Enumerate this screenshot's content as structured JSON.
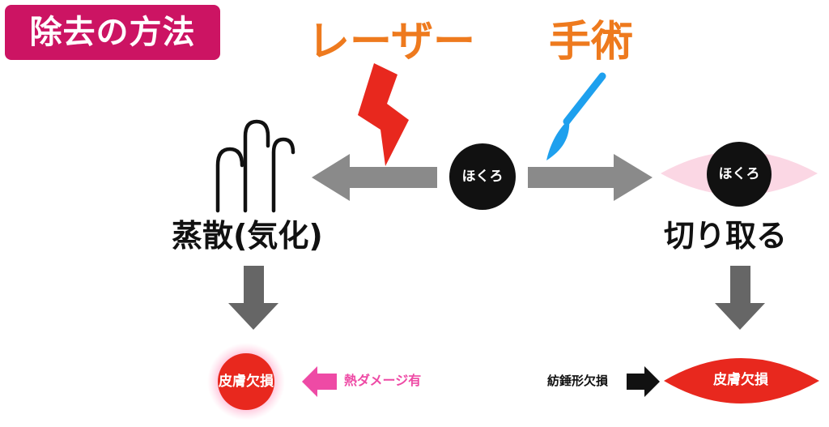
{
  "title": "除去の方法",
  "methods": {
    "laser": "レーザー",
    "surgery": "手術"
  },
  "mole_label": "ほくろ",
  "outcomes": {
    "laser_result": "蒸散(気化)",
    "surgery_result": "切り取る"
  },
  "defect": {
    "label": "皮膚欠損",
    "laser_note": "熱ダメージ有",
    "surgery_note": "紡錘形欠損"
  },
  "colors": {
    "title_bg": "#cc1463",
    "method_text": "#ee7a1e",
    "lightning": "#e8281e",
    "scalpel": "#1ea0ee",
    "arrow_gray": "#8a8a8a",
    "arrow_dark": "#666666",
    "defect_red": "#e8281e",
    "heat_pink": "#ee4aa5",
    "ellipse_pink": "#fbd7e4"
  },
  "icons": [
    "lightning-icon",
    "scalpel-icon",
    "vapor-icon"
  ]
}
